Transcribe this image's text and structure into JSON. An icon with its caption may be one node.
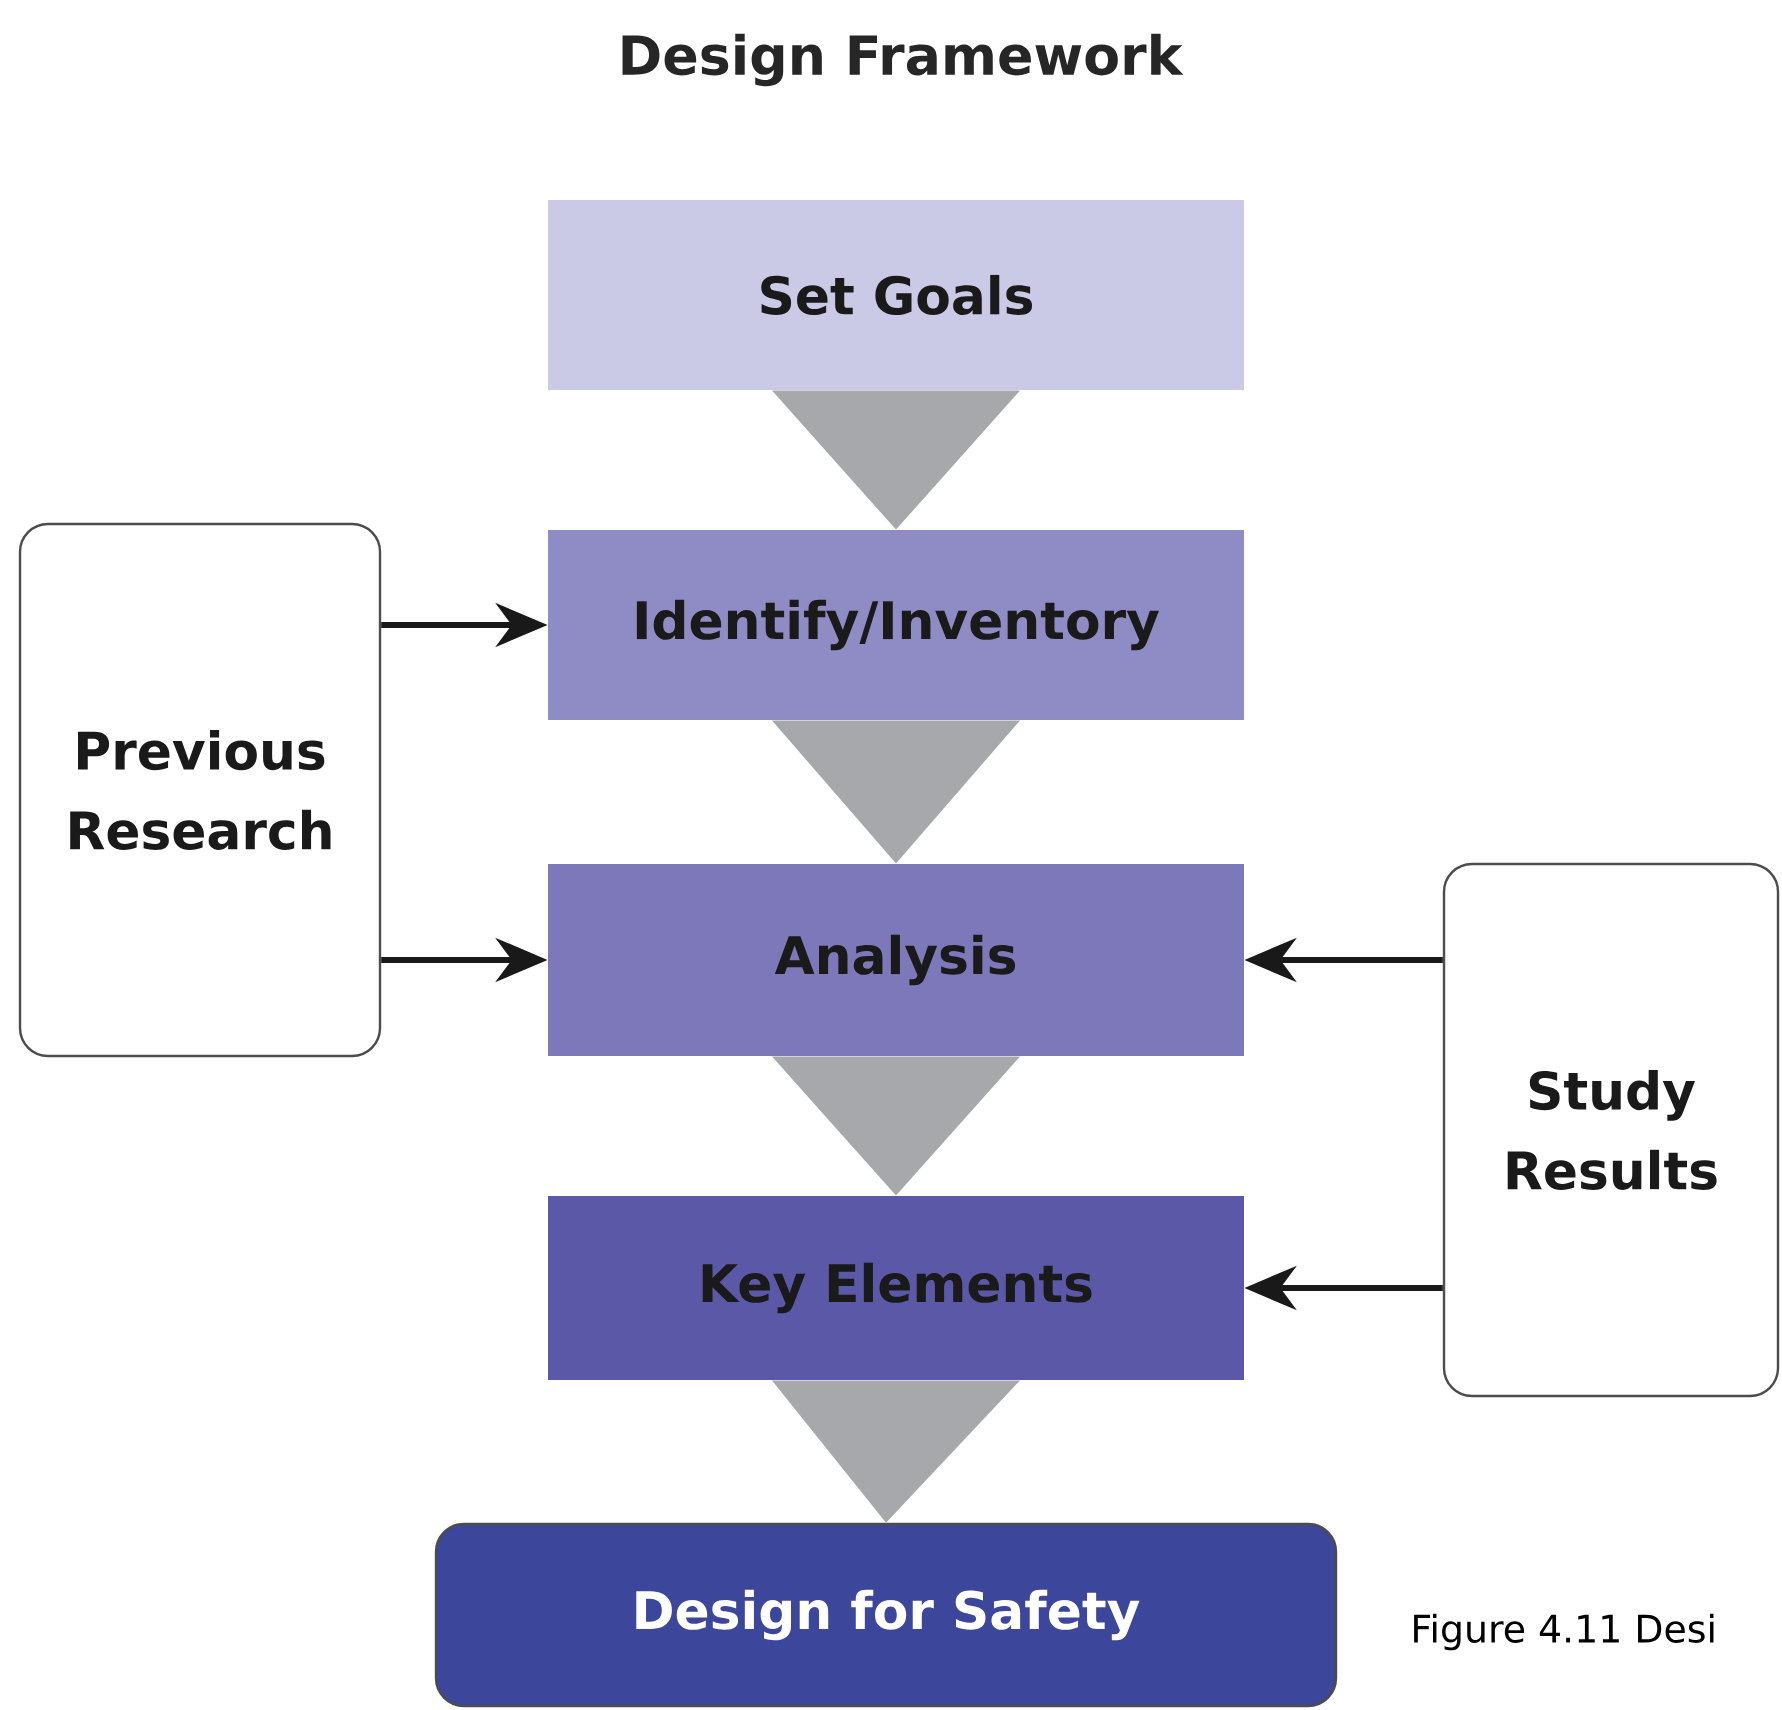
{
  "diagram": {
    "title": "Design Framework",
    "nodes": [
      {
        "text": [
          "Set Goals"
        ]
      },
      {
        "text": [
          "Identify/Inventory"
        ]
      },
      {
        "text": [
          "Analysis"
        ]
      },
      {
        "text": [
          "Key Elements"
        ]
      },
      {
        "text": [
          "Design for Safety"
        ]
      },
      {
        "text": [
          "Previous Research"
        ]
      },
      {
        "text": [
          "Study Results"
        ]
      }
    ],
    "edges": [
      {
        "from": 0,
        "to": 1,
        "arrow": "to",
        "color": "#a7a8ab"
      },
      {
        "from": 1,
        "to": 2,
        "arrow": "to",
        "color": "#a7a8ab"
      },
      {
        "from": 2,
        "to": 3,
        "arrow": "to",
        "color": "#a7a8ab"
      },
      {
        "from": 3,
        "to": 4,
        "arrow": "to",
        "color": "#a7a8ab"
      },
      {
        "from": 5,
        "to": 1,
        "arrow": "to"
      },
      {
        "from": 5,
        "to": 2,
        "arrow": "to"
      },
      {
        "from": 6,
        "to": 2,
        "arrow": "to"
      },
      {
        "from": 6,
        "to": 3,
        "arrow": "to"
      }
    ],
    "labels": [
      "Figure 4.11 Desi"
    ]
  }
}
